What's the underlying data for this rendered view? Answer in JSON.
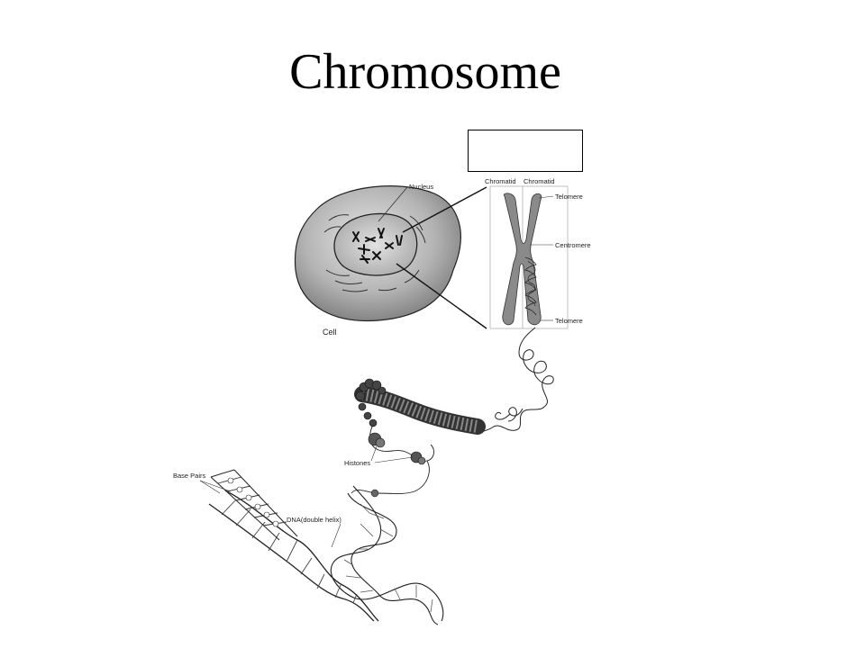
{
  "title": "Chromosome",
  "answer_box": {
    "value": ""
  },
  "labels": {
    "nucleus": "Nucleus",
    "cell": "Cell",
    "chromatid_left": "Chromatid",
    "chromatid_right": "Chromatid",
    "telomere_top": "Telomere",
    "centromere": "Centromere",
    "telomere_bottom": "Telomere",
    "histones": "Histones",
    "base_pairs": "Base Pairs",
    "dna": "DNA(double helix)"
  },
  "colors": {
    "cell_fill": "#9a9a9a",
    "nucleus_fill": "#c8c8c8",
    "chromosome_fill": "#808080"
  }
}
